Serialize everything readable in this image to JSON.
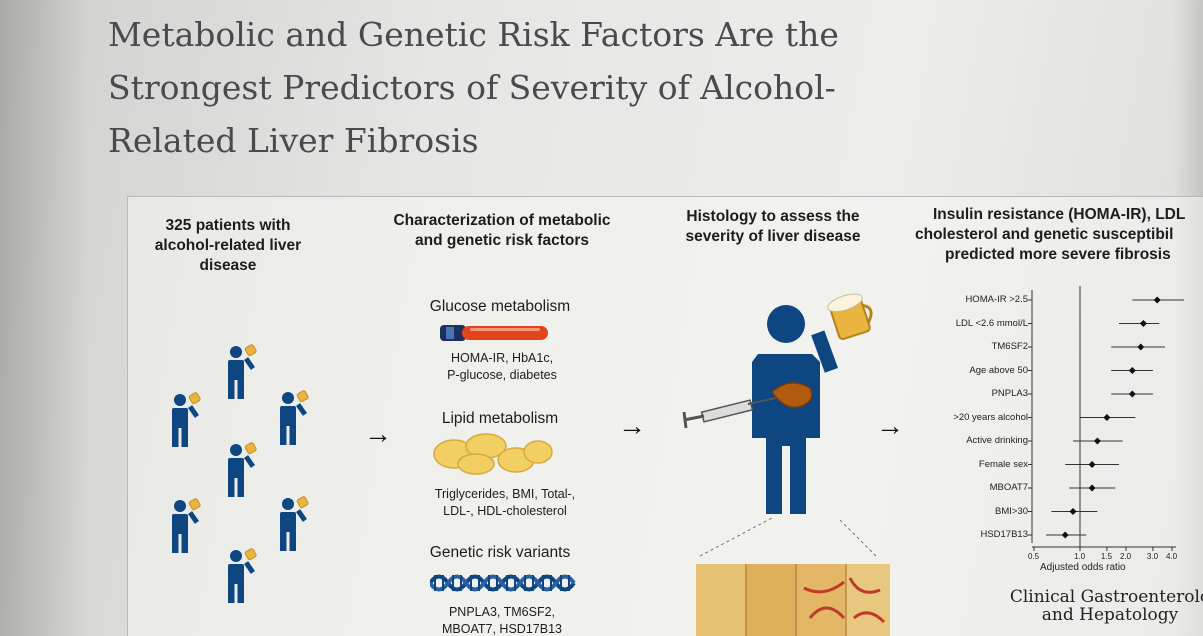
{
  "title": {
    "line1": "Metabolic and Genetic Risk Factors Are the",
    "line2": "Strongest Predictors of Severity of Alcohol-",
    "line3": "Related Liver Fibrosis"
  },
  "columns": {
    "patients": {
      "line1": "325 patients with",
      "line2": "alcohol-related liver",
      "line3": "disease"
    },
    "characterization": {
      "line1": "Characterization of metabolic",
      "line2": "and genetic risk factors",
      "glucose": {
        "title": "Glucose metabolism",
        "line1": "HOMA-IR, HbA1c,",
        "line2": "P-glucose, diabetes"
      },
      "lipid": {
        "title": "Lipid metabolism",
        "line1": "Triglycerides, BMI, Total-,",
        "line2": "LDL-, HDL-cholesterol"
      },
      "genetic": {
        "title": "Genetic risk variants",
        "line1": "PNPLA3, TM6SF2,",
        "line2": "MBOAT7, HSD17B13"
      }
    },
    "histology": {
      "line1": "Histology to assess the",
      "line2": "severity of liver disease"
    },
    "result": {
      "line1": "Insulin resistance (HOMA-IR), LDL",
      "line2": "cholesterol and genetic susceptibil",
      "line3": "predicted more severe fibrosis"
    }
  },
  "arrow_glyph": "→",
  "chart_data": {
    "type": "scatter",
    "title": "",
    "xlabel": "Adjusted odds ratio",
    "ylabel": "",
    "xscale": "log",
    "reference_line": 1.0,
    "xticks": [
      "0.5",
      "1.0",
      "1.5",
      "2.0",
      "3.0",
      "4.0"
    ],
    "xlim": [
      0.5,
      4.0
    ],
    "categories": [
      "HOMA-IR >2.5",
      "LDL <2.6 mmol/L",
      "TM6SF2",
      "Age above 50",
      "PNPLA3",
      ">20 years alcohol",
      "Active drinking",
      "Female sex",
      "MBOAT7",
      "BMI>30",
      "HSD17B13"
    ],
    "estimates": [
      3.2,
      2.6,
      2.5,
      2.2,
      2.2,
      1.5,
      1.3,
      1.2,
      1.2,
      0.9,
      0.8
    ],
    "ci_low": [
      2.2,
      1.8,
      1.6,
      1.6,
      1.6,
      1.0,
      0.9,
      0.8,
      0.85,
      0.65,
      0.6
    ],
    "ci_high": [
      4.8,
      3.3,
      3.6,
      3.0,
      3.0,
      2.3,
      1.9,
      1.8,
      1.7,
      1.3,
      1.1
    ]
  },
  "journal": {
    "line1": "Clinical Gastroenterolo",
    "line2": "and Hepatology"
  },
  "colors": {
    "figure_blue": "#0d4680",
    "tube_red": "#e2441c",
    "fat_yellow": "#f2cf63",
    "liver_brown": "#b25a10",
    "beer_gold": "#e9b43f"
  }
}
